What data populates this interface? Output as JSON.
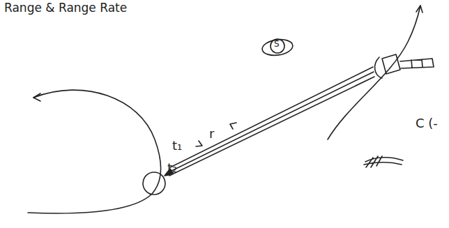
{
  "diagram": {
    "title": "Range & Range Rate",
    "labels": [
      "S",
      "r",
      "t₁",
      "t₂",
      "C (-"
    ]
  }
}
